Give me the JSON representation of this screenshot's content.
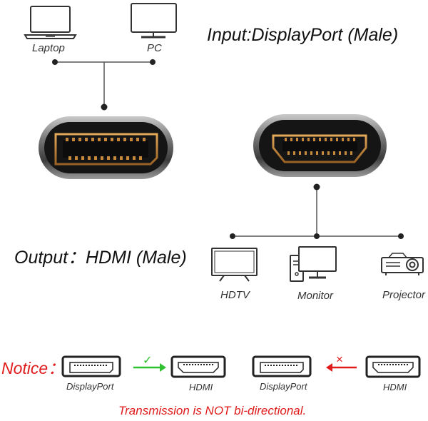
{
  "input": {
    "heading": "Input:DisplayPort (Male)",
    "devices": [
      {
        "label": "Laptop",
        "icon": "laptop-icon"
      },
      {
        "label": "PC",
        "icon": "pc-monitor-icon"
      }
    ],
    "connector_icon": "displayport-connector-icon"
  },
  "output": {
    "heading": "Output：HDMI (Male)",
    "connector_icon": "hdmi-connector-icon",
    "devices": [
      {
        "label": "HDTV",
        "icon": "tv-icon"
      },
      {
        "label": "Monitor",
        "icon": "desktop-computer-icon"
      },
      {
        "label": "Projector",
        "icon": "projector-icon"
      }
    ]
  },
  "notice": {
    "label": "Notice：",
    "examples": [
      {
        "from": "DisplayPort",
        "to": "HDMI",
        "allowed": true,
        "symbol": "✓",
        "color": "#2fc12f"
      },
      {
        "from": "DisplayPort",
        "to": "HDMI",
        "allowed": false,
        "symbol": "×",
        "color": "#e01b1b"
      }
    ],
    "footnote": "Transmission is NOT bi-directional."
  },
  "colors": {
    "accent_red": "#e01b1b",
    "accent_green": "#2fc12f",
    "connector_gold": "#c8893c",
    "shell_gray": "#8e8e8e"
  }
}
